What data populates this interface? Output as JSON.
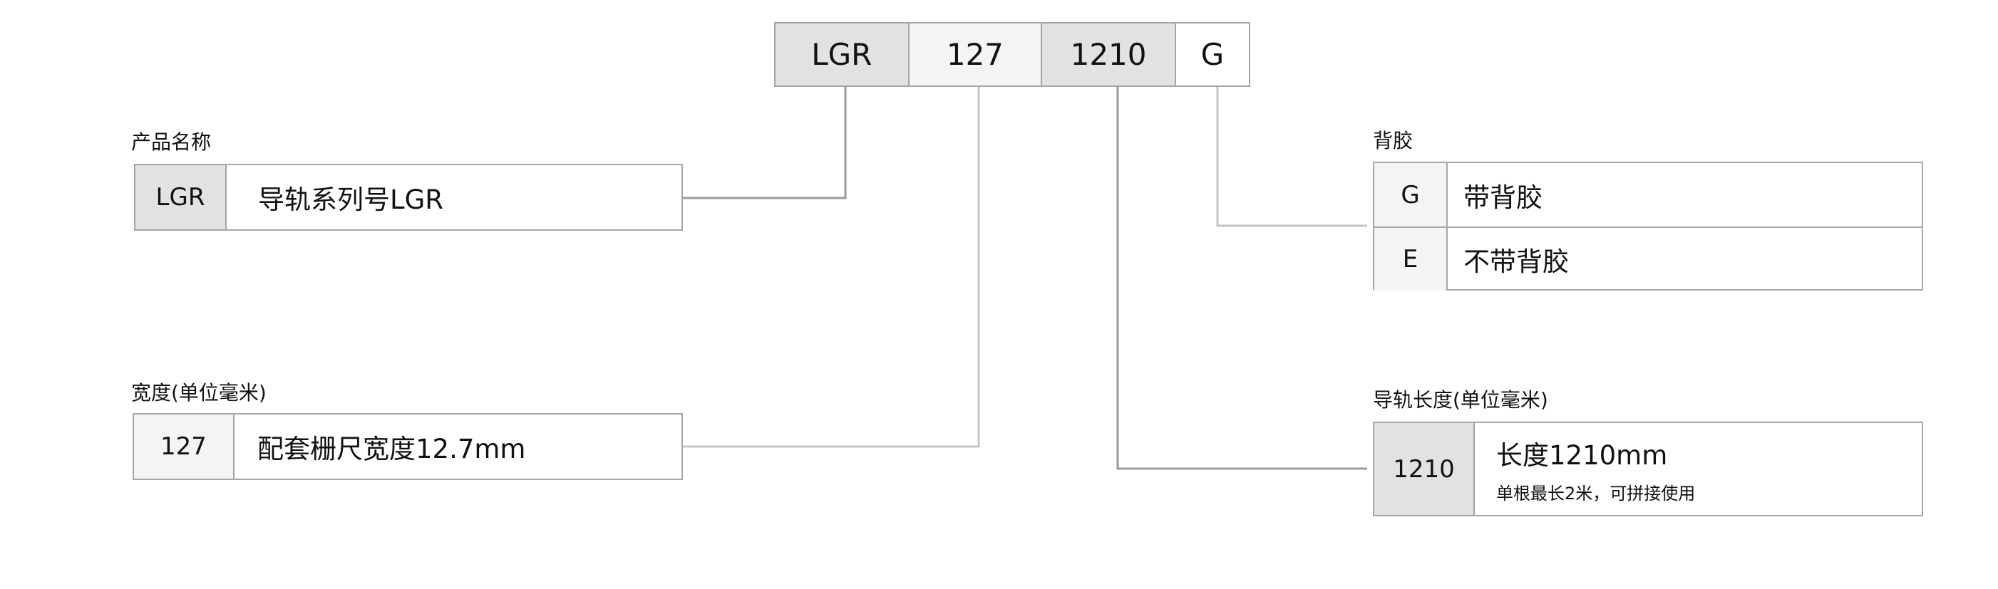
{
  "code_segments": [
    {
      "text": "LGR"
    },
    {
      "text": "127"
    },
    {
      "text": "1210"
    },
    {
      "text": "G"
    }
  ],
  "groups": {
    "product": {
      "title": "产品名称",
      "rows": [
        {
          "code": "LGR",
          "desc": "导轨系列号LGR"
        }
      ]
    },
    "width": {
      "title": "宽度(单位毫米)",
      "rows": [
        {
          "code": "127",
          "desc": "配套栅尺宽度12.7mm"
        }
      ]
    },
    "backing": {
      "title": "背胶",
      "rows": [
        {
          "code": "G",
          "desc": "带背胶"
        },
        {
          "code": "E",
          "desc": "不带背胶"
        }
      ]
    },
    "length": {
      "title": "导轨长度(单位毫米)",
      "rows": [
        {
          "code": "1210",
          "desc": "长度1210mm",
          "note": "单根最长2米，可拼接使用"
        }
      ]
    }
  },
  "colors": {
    "cell_dark": "#e2e2e2",
    "cell_light": "#f4f4f4",
    "border": "#a6a6a6",
    "connector": "#9a9a9a"
  }
}
